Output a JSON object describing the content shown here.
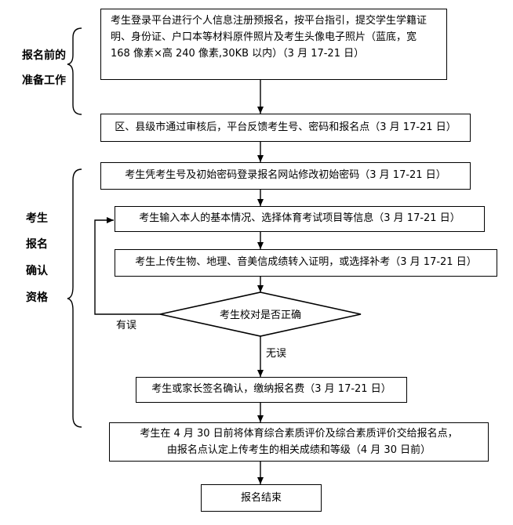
{
  "brackets": {
    "pre": [
      "报名前的",
      "准备工作"
    ],
    "confirm": [
      "考生",
      "报名",
      "确认",
      "资格"
    ]
  },
  "steps": {
    "s1": "考生登录平台进行个人信息注册预报名，按平台指引，提交学生学籍证明、身份证、户口本等材料原件照片及考生头像电子照片（蓝底，宽 168 像素×高 240 像素,30KB 以内）（3 月 17-21 日）",
    "s2": "区、县级市通过审核后，平台反馈考生号、密码和报名点（3 月 17-21 日）",
    "s3": "考生凭考生号及初始密码登录报名网站修改初始密码（3 月 17-21 日）",
    "s4": "考生输入本人的基本情况、选择体育考试项目等信息（3 月 17-21 日）",
    "s5": "考生上传生物、地理、音美信成绩转入证明，或选择补考（3 月 17-21 日）",
    "decision": "考生校对是否正确",
    "s6": "考生或家长签名确认，缴纳报名费（3 月 17-21 日）",
    "s7_line1": "考生在 4 月 30 日前将体育综合素质评价及综合素质评价交给报名点，",
    "s7_line2": "由报名点认定上传考生的相关成绩和等级（4 月 30 日前）",
    "end": "报名结束"
  },
  "edge_labels": {
    "error": "有误",
    "ok": "无误"
  }
}
